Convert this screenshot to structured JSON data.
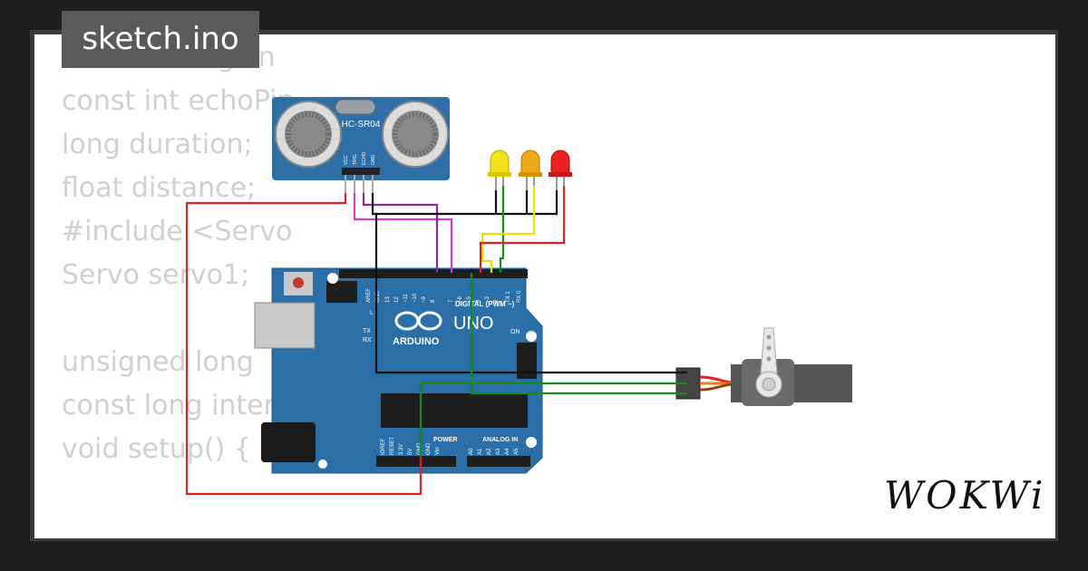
{
  "file": {
    "name": "sketch.ino"
  },
  "code_lines": [
    "const int trigPin",
    "const int echoPin",
    "long duration;",
    "float distance;",
    "#include <Servo",
    "Servo servo1;",
    "",
    "unsigned long ",
    "const long inter",
    "void setup() {"
  ],
  "brand": {
    "logo": "WOKWi"
  },
  "sensor": {
    "model": "HC-SR04",
    "pins": [
      "VCC",
      "TRIG",
      "ECHO",
      "GND"
    ]
  },
  "arduino": {
    "board": "UNO",
    "brand": "ARDUINO",
    "digital_label": "DIGITAL (PWM ~)",
    "analog_label": "ANALOG IN",
    "power_label": "POWER",
    "led_l": "L",
    "led_tx": "TX",
    "led_rx": "RX",
    "led_on": "ON",
    "digital_pins": [
      "AREF",
      "GND",
      "13",
      "12",
      "~11",
      "~10",
      "~9",
      "8",
      "7",
      "~6",
      "~5",
      "4",
      "~3",
      "2",
      "TX 1",
      "RX 0"
    ],
    "power_pins": [
      "IOREF",
      "RESET",
      "3.3V",
      "5V",
      "GND",
      "GND",
      "Vin"
    ],
    "analog_pins": [
      "A0",
      "A1",
      "A2",
      "A3",
      "A4",
      "A5"
    ]
  },
  "leds": [
    {
      "name": "yellow",
      "color": "#f3e11e"
    },
    {
      "name": "orange",
      "color": "#f0a818"
    },
    {
      "name": "red",
      "color": "#e8221f"
    }
  ],
  "colors": {
    "board": "#2a6fa8",
    "wire_red": "#e41f1f",
    "wire_black": "#111111",
    "wire_green": "#178c17",
    "wire_yellow": "#f0e000",
    "wire_magenta": "#d23ad2",
    "wire_purple": "#8b2b8b"
  }
}
